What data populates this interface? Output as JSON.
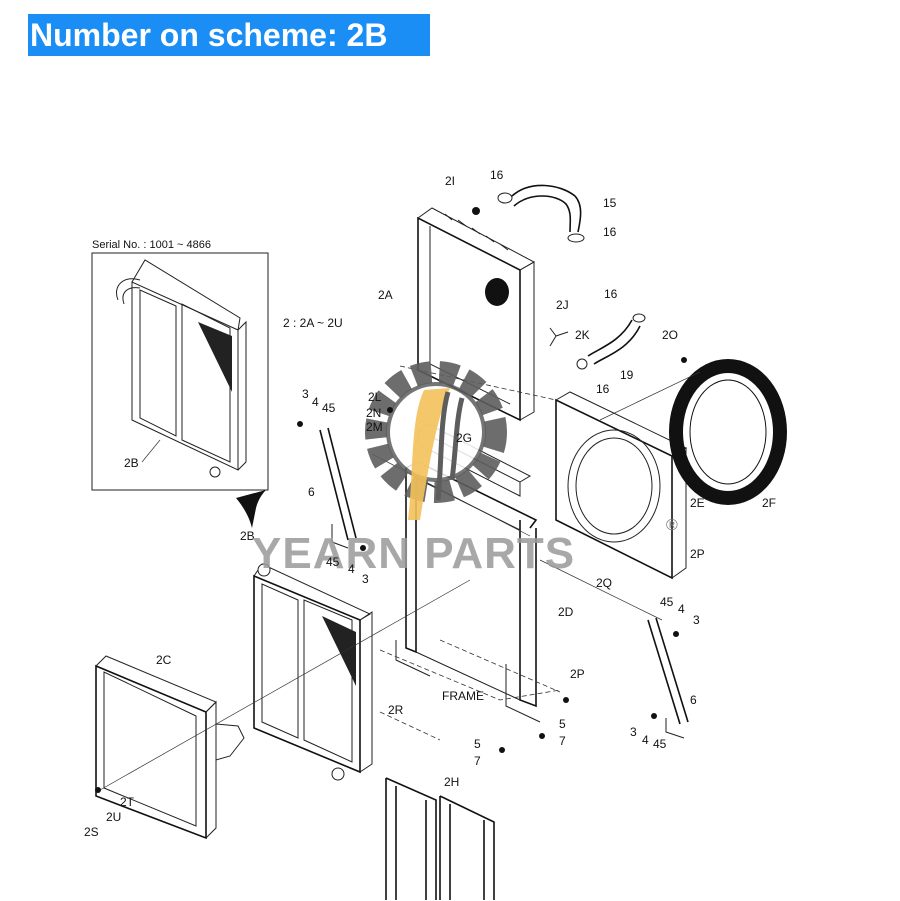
{
  "header": {
    "title": "Number on scheme: 2B"
  },
  "inset": {
    "serial": "Serial No. : 1001 ~ 4866",
    "range_note": "2 : 2A ~ 2U",
    "part": "2B"
  },
  "arrow_label": "2B",
  "watermark": {
    "text": "YEARN PARTS",
    "registered": "®"
  },
  "labels": {
    "2I": "2I",
    "16a": "16",
    "15": "15",
    "16b": "16",
    "2A": "2A",
    "2J": "2J",
    "16c": "16",
    "2K": "2K",
    "2O": "2O",
    "19": "19",
    "16d": "16",
    "3a": "3",
    "4a": "4",
    "45a": "45",
    "2L": "2L",
    "2N": "2N",
    "2M": "2M",
    "2G": "2G",
    "6a": "6",
    "2E": "2E",
    "2F": "2F",
    "2P": "2P",
    "45b": "45",
    "4b": "4",
    "3b": "3",
    "2Q": "2Q",
    "2D": "2D",
    "45c": "45",
    "4c": "4",
    "3c": "3",
    "2C": "2C",
    "2P_b": "2P",
    "FRAME": "FRAME",
    "2R": "2R",
    "6b": "6",
    "5a": "5",
    "7a": "7",
    "5b": "5",
    "7b": "7",
    "3d": "3",
    "4d": "4",
    "45d": "45",
    "2H": "2H",
    "2T": "2T",
    "2U": "2U",
    "2S": "2S"
  }
}
